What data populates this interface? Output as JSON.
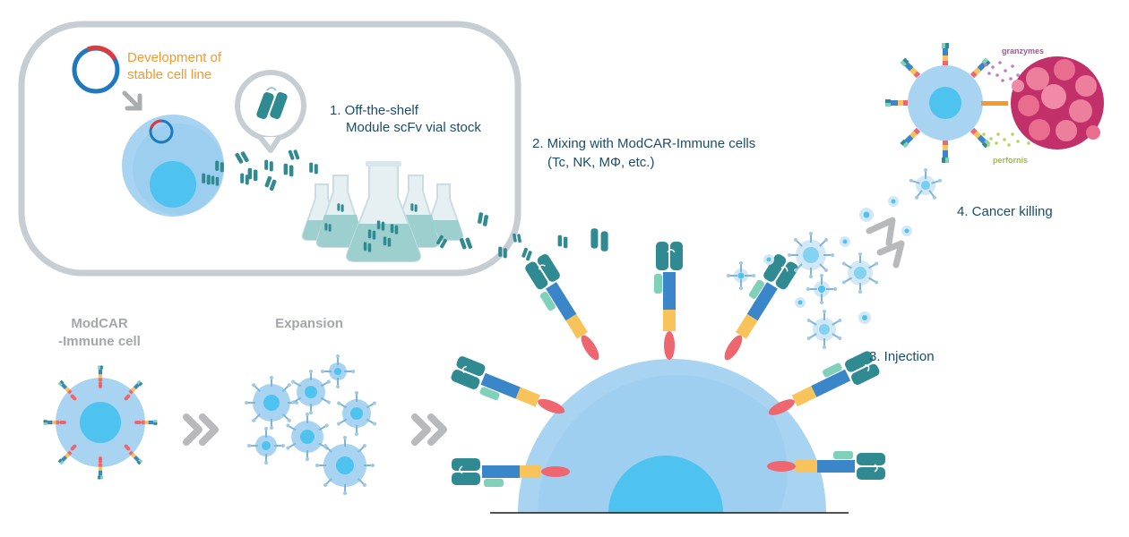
{
  "labels": {
    "development": "Development of\nstable cell line",
    "step1_line1": "1. Off-the-shelf",
    "step1_line2": "Module scFv vial stock",
    "step2_line1": "2. Mixing with ModCAR-Immune cells",
    "step2_line2": "(Tc, NK, MΦ, etc.)",
    "step3": "3. Injection",
    "step4": "4. Cancer killing",
    "granzymes": "granzymes",
    "perforin": "perfornis",
    "modcar_cell": "ModCAR\n-Immune cell",
    "expansion": "Expansion"
  },
  "colors": {
    "cell_light": "#a8d4f2",
    "cell_mid": "#8cc6ee",
    "nucleus": "#4fc3ef",
    "module": "#2f8a92",
    "module_light": "#7fd1b9",
    "receptor_blue": "#3a86c8",
    "receptor_yellow": "#f7c35a",
    "receptor_red": "#ee6670",
    "tumor": "#d9457d",
    "flask": "#c9dde3",
    "arrow_grey": "#b7b9bb",
    "box_border": "#c7ced3"
  }
}
